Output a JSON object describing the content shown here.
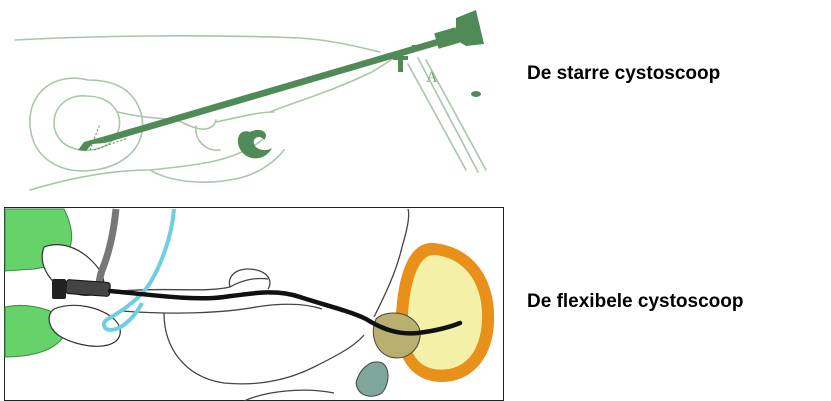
{
  "captions": {
    "rigid": "De starre cystoscoop",
    "flexible": "De flexibele cystoscoop"
  },
  "figure_labels": {
    "rigid_marker": "A"
  },
  "colors": {
    "scope_green": "#4f8a57",
    "outline_green": "#9fbf9f",
    "cable_blue": "#6ecfe0",
    "glove_green": "#6ed46e",
    "prostate_orange": "#e8901a",
    "bladder_yellow": "#f3f0a6"
  }
}
